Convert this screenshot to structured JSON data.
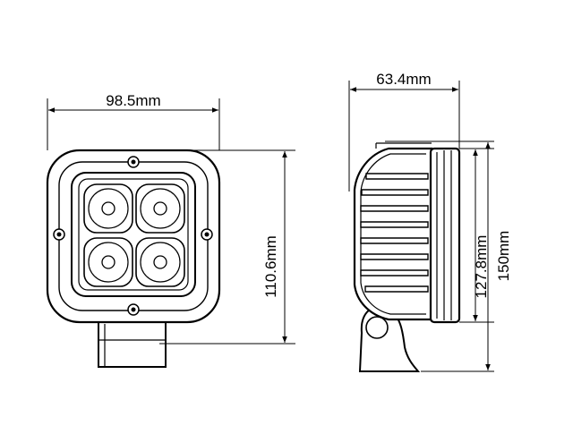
{
  "drawing": {
    "front_view": {
      "width_label": "98.5mm",
      "height_label": "110.6mm",
      "led_count": 4,
      "screw_count": 4
    },
    "side_view": {
      "depth_label": "63.4mm",
      "housing_height_label": "127.8mm",
      "total_height_label": "150mm",
      "fin_count": 8
    }
  }
}
